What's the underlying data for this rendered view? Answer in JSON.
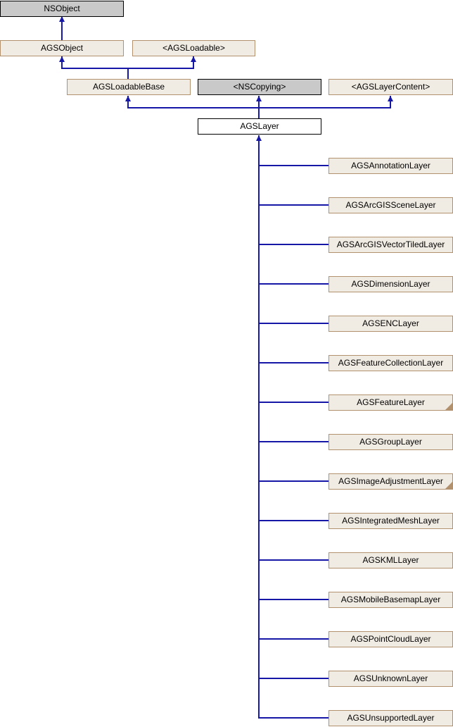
{
  "diagram": {
    "type": "class-inheritance",
    "focus_class": "AGSLayer",
    "colors": {
      "node_fill": "#f1ece3",
      "node_border": "#b2926e",
      "external_fill": "#c9c9c9",
      "external_border": "#000000",
      "focus_fill": "#ffffff",
      "focus_border": "#000000",
      "edge": "#1717a7",
      "text": "#000000"
    },
    "ancestors": [
      {
        "label": "NSObject"
      },
      {
        "label": "AGSObject"
      },
      {
        "label": "<AGSLoadable>"
      },
      {
        "label": "AGSLoadableBase"
      },
      {
        "label": "<NSCopying>"
      },
      {
        "label": "<AGSLayerContent>"
      },
      {
        "label": "AGSLayer"
      }
    ],
    "subclasses": [
      {
        "label": "AGSAnnotationLayer",
        "has_children": false
      },
      {
        "label": "AGSArcGISSceneLayer",
        "has_children": false
      },
      {
        "label": "AGSArcGISVectorTiledLayer",
        "has_children": false
      },
      {
        "label": "AGSDimensionLayer",
        "has_children": false
      },
      {
        "label": "AGSENCLayer",
        "has_children": false
      },
      {
        "label": "AGSFeatureCollectionLayer",
        "has_children": false
      },
      {
        "label": "AGSFeatureLayer",
        "has_children": true
      },
      {
        "label": "AGSGroupLayer",
        "has_children": false
      },
      {
        "label": "AGSImageAdjustmentLayer",
        "has_children": true
      },
      {
        "label": "AGSIntegratedMeshLayer",
        "has_children": false
      },
      {
        "label": "AGSKMLLayer",
        "has_children": false
      },
      {
        "label": "AGSMobileBasemapLayer",
        "has_children": false
      },
      {
        "label": "AGSPointCloudLayer",
        "has_children": false
      },
      {
        "label": "AGSUnknownLayer",
        "has_children": false
      },
      {
        "label": "AGSUnsupportedLayer",
        "has_children": false
      }
    ]
  }
}
